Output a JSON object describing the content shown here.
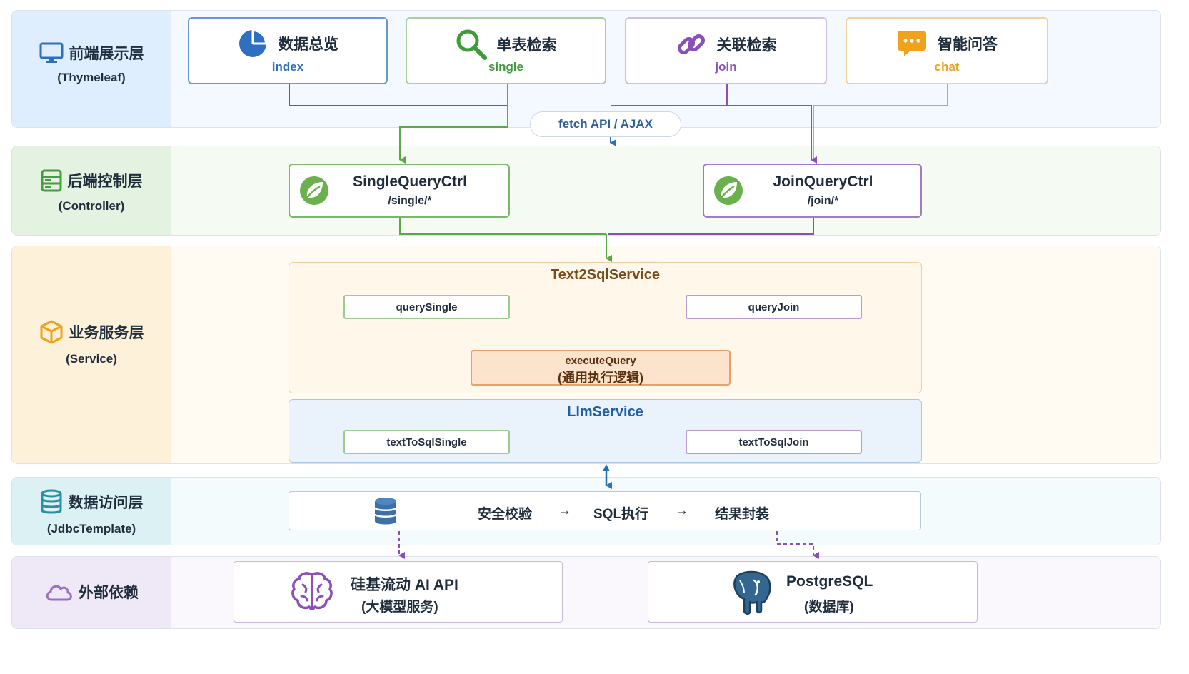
{
  "layers": {
    "frontend": {
      "title": "前端展示层",
      "sub": "(Thymeleaf)"
    },
    "backend": {
      "title": "后端控制层",
      "sub": "(Controller)"
    },
    "service": {
      "title": "业务服务层",
      "sub": "(Service)"
    },
    "data_access": {
      "title": "数据访问层",
      "sub": "(JdbcTemplate)"
    },
    "external": {
      "title": "外部依赖",
      "sub": ""
    }
  },
  "frontend_pages": [
    {
      "name": "数据总览",
      "route": "index",
      "color": "#2f6fc0",
      "icon": "pie-chart-icon"
    },
    {
      "name": "单表检索",
      "route": "single",
      "color": "#3f9b3a",
      "icon": "search-icon"
    },
    {
      "name": "关联检索",
      "route": "join",
      "color": "#8a4fb8",
      "icon": "link-icon"
    },
    {
      "name": "智能问答",
      "route": "chat",
      "color": "#f0a21c",
      "icon": "chat-icon"
    }
  ],
  "fetch_label": "fetch API / AJAX",
  "controllers": {
    "single": {
      "name": "SingleQueryCtrl",
      "path": "/single/*",
      "color": "#5aa84a"
    },
    "join": {
      "name": "JoinQueryCtrl",
      "path": "/join/*",
      "color": "#8a4fb8"
    }
  },
  "text2sql": {
    "title": "Text2SqlService",
    "query_single": "querySingle",
    "query_join": "queryJoin",
    "execute_name": "executeQuery",
    "execute_sub": "(通用执行逻辑)"
  },
  "llm": {
    "title": "LlmService",
    "single": "textToSqlSingle",
    "join": "textToSqlJoin"
  },
  "data_flow": {
    "step1": "安全校验",
    "arrow1": "→",
    "step2": "SQL执行",
    "arrow2": "→",
    "step3": "结果封装"
  },
  "external": {
    "ai": {
      "name": "硅基流动 AI API",
      "sub": "(大模型服务)"
    },
    "db": {
      "name": "PostgreSQL",
      "sub": "(数据库)"
    }
  },
  "colors": {
    "blue": "#2f6fc0",
    "green": "#5aa84a",
    "purple": "#8a4fb8",
    "orange": "#f0a21c",
    "text2sql_title": "#7a4a1a",
    "llm_title": "#1f5fa8"
  }
}
